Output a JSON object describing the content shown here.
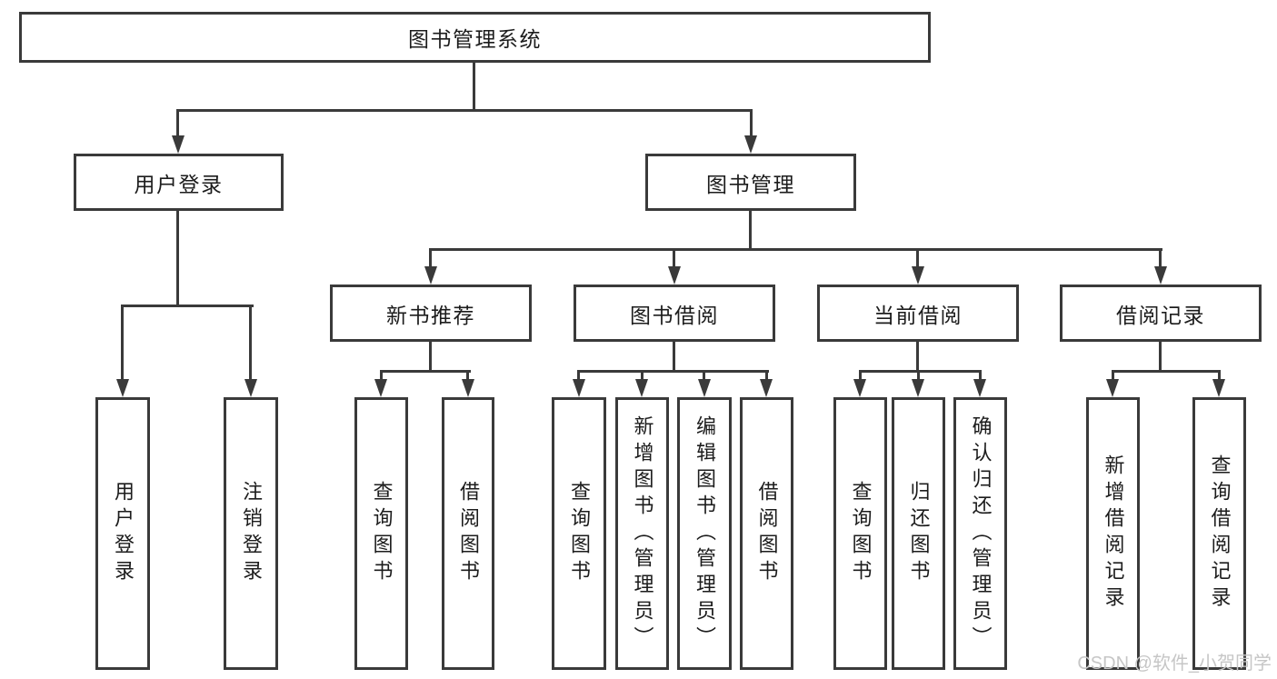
{
  "colors": {
    "background": "#ffffff",
    "line": "#3a3a3a",
    "box_border": "#3a3a3a",
    "text": "#1c1c1c",
    "watermark": "#c6c6c6"
  },
  "watermark": {
    "text": "CSDN @软件_小贺同学"
  },
  "nodes": {
    "root": {
      "label": "图书管理系统"
    },
    "user_login": {
      "label": "用户登录"
    },
    "book_mgmt": {
      "label": "图书管理"
    },
    "new_book_rec": {
      "label": "新书推荐"
    },
    "book_borrow": {
      "label": "图书借阅"
    },
    "current_borrow": {
      "label": "当前借阅"
    },
    "borrow_records": {
      "label": "借阅记录"
    },
    "leaf_user_login": {
      "label": "用户登录"
    },
    "leaf_logout": {
      "label": "注销登录"
    },
    "leaf_query_book_a": {
      "label": "查询图书"
    },
    "leaf_borrow_book_a": {
      "label": "借阅图书"
    },
    "leaf_query_book_b": {
      "label": "查询图书"
    },
    "leaf_add_book": {
      "label": "新增图书（管理员）"
    },
    "leaf_edit_book": {
      "label": "编辑图书（管理员）"
    },
    "leaf_borrow_book_b": {
      "label": "借阅图书"
    },
    "leaf_query_book_c": {
      "label": "查询图书"
    },
    "leaf_return_book": {
      "label": "归还图书"
    },
    "leaf_confirm_return": {
      "label": "确认归还（管理员）"
    },
    "leaf_add_record": {
      "label": "新增借阅记录"
    },
    "leaf_query_record": {
      "label": "查询借阅记录"
    }
  },
  "hierarchy": {
    "图书管理系统": {
      "用户登录": [
        "用户登录",
        "注销登录"
      ],
      "图书管理": {
        "新书推荐": [
          "查询图书",
          "借阅图书"
        ],
        "图书借阅": [
          "查询图书",
          "新增图书（管理员）",
          "编辑图书（管理员）",
          "借阅图书"
        ],
        "当前借阅": [
          "查询图书",
          "归还图书",
          "确认归还（管理员）"
        ],
        "借阅记录": [
          "新增借阅记录",
          "查询借阅记录"
        ]
      }
    }
  }
}
